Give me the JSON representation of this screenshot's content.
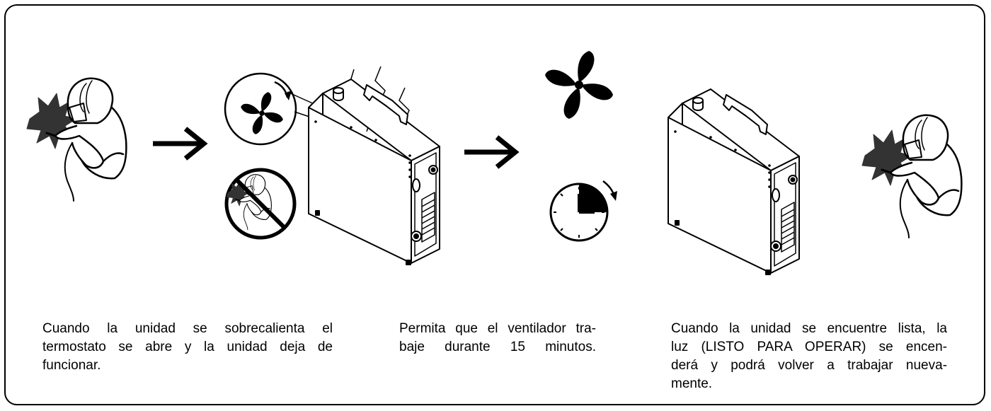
{
  "captions": {
    "step1": {
      "lines": [
        "Cuando la unidad se sobrecalienta el",
        "termostato se abre y la unidad deja de",
        "funcionar."
      ]
    },
    "step2": {
      "lines": [
        "Permita que el ventilador tra-",
        "baje durante 15 minutos."
      ]
    },
    "step3": {
      "lines": [
        "Cuando la unidad se encuentre lista, la",
        "luz (LISTO PARA OPERAR) se encen-",
        "derá y podrá volver a trabajar nueva-",
        "mente."
      ]
    }
  },
  "colors": {
    "ink": "#000000",
    "spark": "#333333",
    "paper": "#ffffff"
  },
  "icons": {
    "welder": "welder-icon",
    "arrow": "arrow-right-icon",
    "fan": "fan-icon",
    "machine": "welding-machine-icon",
    "no_welding": "no-welding-icon",
    "timer": "timer-icon"
  }
}
